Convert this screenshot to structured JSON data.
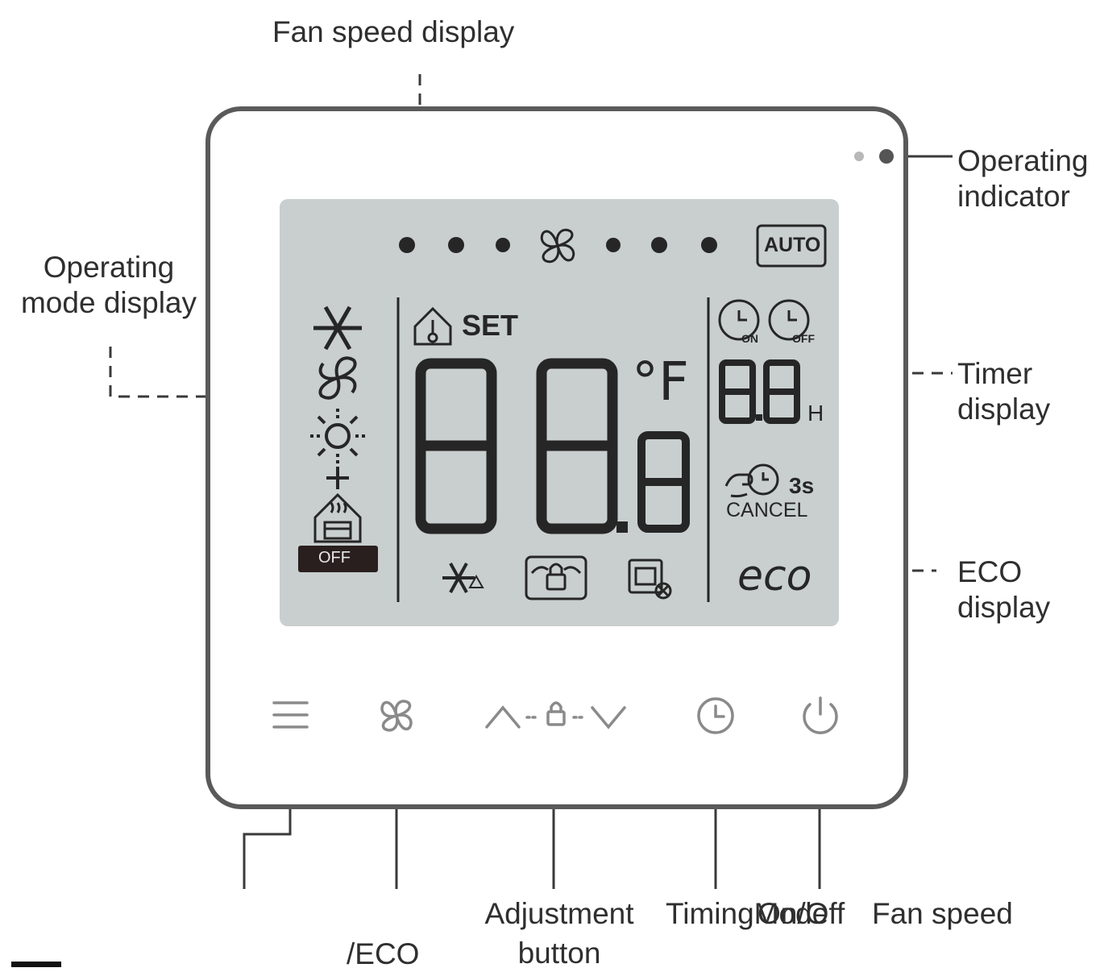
{
  "labels": {
    "fan_speed_display": "Fan speed display",
    "operating_indicator": [
      "Operating",
      "indicator"
    ],
    "operating_mode_display": [
      "Operating",
      "mode display"
    ],
    "timer_display": [
      "Timer",
      "display"
    ],
    "eco_display": [
      "ECO",
      "display"
    ],
    "eco_sub": "/ECO",
    "adjustment_button": [
      "Adjustment",
      "button"
    ],
    "timing_mode": "TimingMode",
    "on_off": "On/Off",
    "fan_speed": "Fan speed"
  },
  "lcd": {
    "auto": "AUTO",
    "set": "SET",
    "temperature": "88.8",
    "unit": "°F",
    "timer_on": "ON",
    "timer_off": "OFF",
    "timer_value": "8.8",
    "timer_unit": "H",
    "hold_time": "3s",
    "cancel": "CANCEL",
    "off_badge": "OFF",
    "eco": "eco"
  },
  "buttons": [
    {
      "name": "menu-icon"
    },
    {
      "name": "fan-icon"
    },
    {
      "name": "up-icon"
    },
    {
      "name": "lock-icon"
    },
    {
      "name": "down-icon"
    },
    {
      "name": "clock-icon"
    },
    {
      "name": "power-icon"
    }
  ],
  "colors": {
    "lcd_background": "#c9cfcf",
    "frame": "#5a5a5a",
    "badge": "#2a1f1f"
  }
}
